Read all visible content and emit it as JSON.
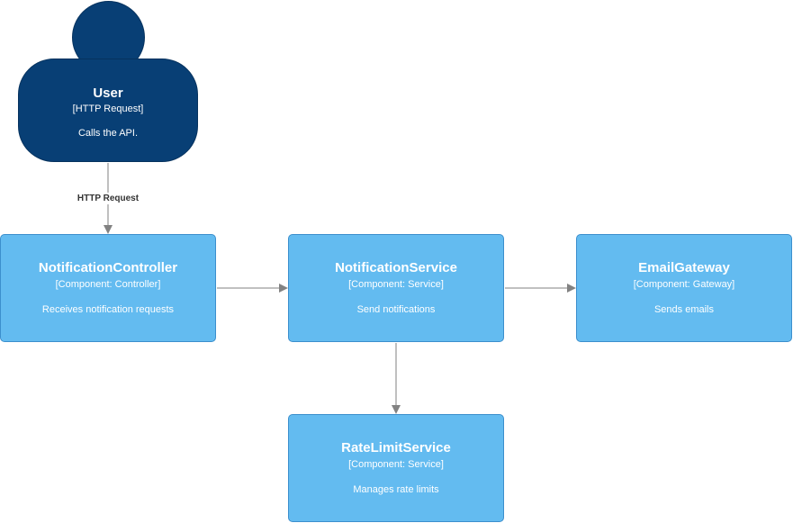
{
  "colors": {
    "person": "#083f75",
    "component": "#63bbf0",
    "component_border": "#3c8fcd",
    "edge": "#828282"
  },
  "person": {
    "title": "User",
    "tech": "[HTTP Request]",
    "desc": "Calls the API."
  },
  "components": {
    "controller": {
      "title": "NotificationController",
      "tech": "[Component: Controller]",
      "desc": "Receives notification requests"
    },
    "service": {
      "title": "NotificationService",
      "tech": "[Component: Service]",
      "desc": "Send notifications"
    },
    "gateway": {
      "title": "EmailGateway",
      "tech": "[Component: Gateway]",
      "desc": "Sends emails"
    },
    "ratelimit": {
      "title": "RateLimitService",
      "tech": "[Component: Service]",
      "desc": "Manages rate limits"
    }
  },
  "edges": {
    "user_to_controller_label": "HTTP Request"
  }
}
